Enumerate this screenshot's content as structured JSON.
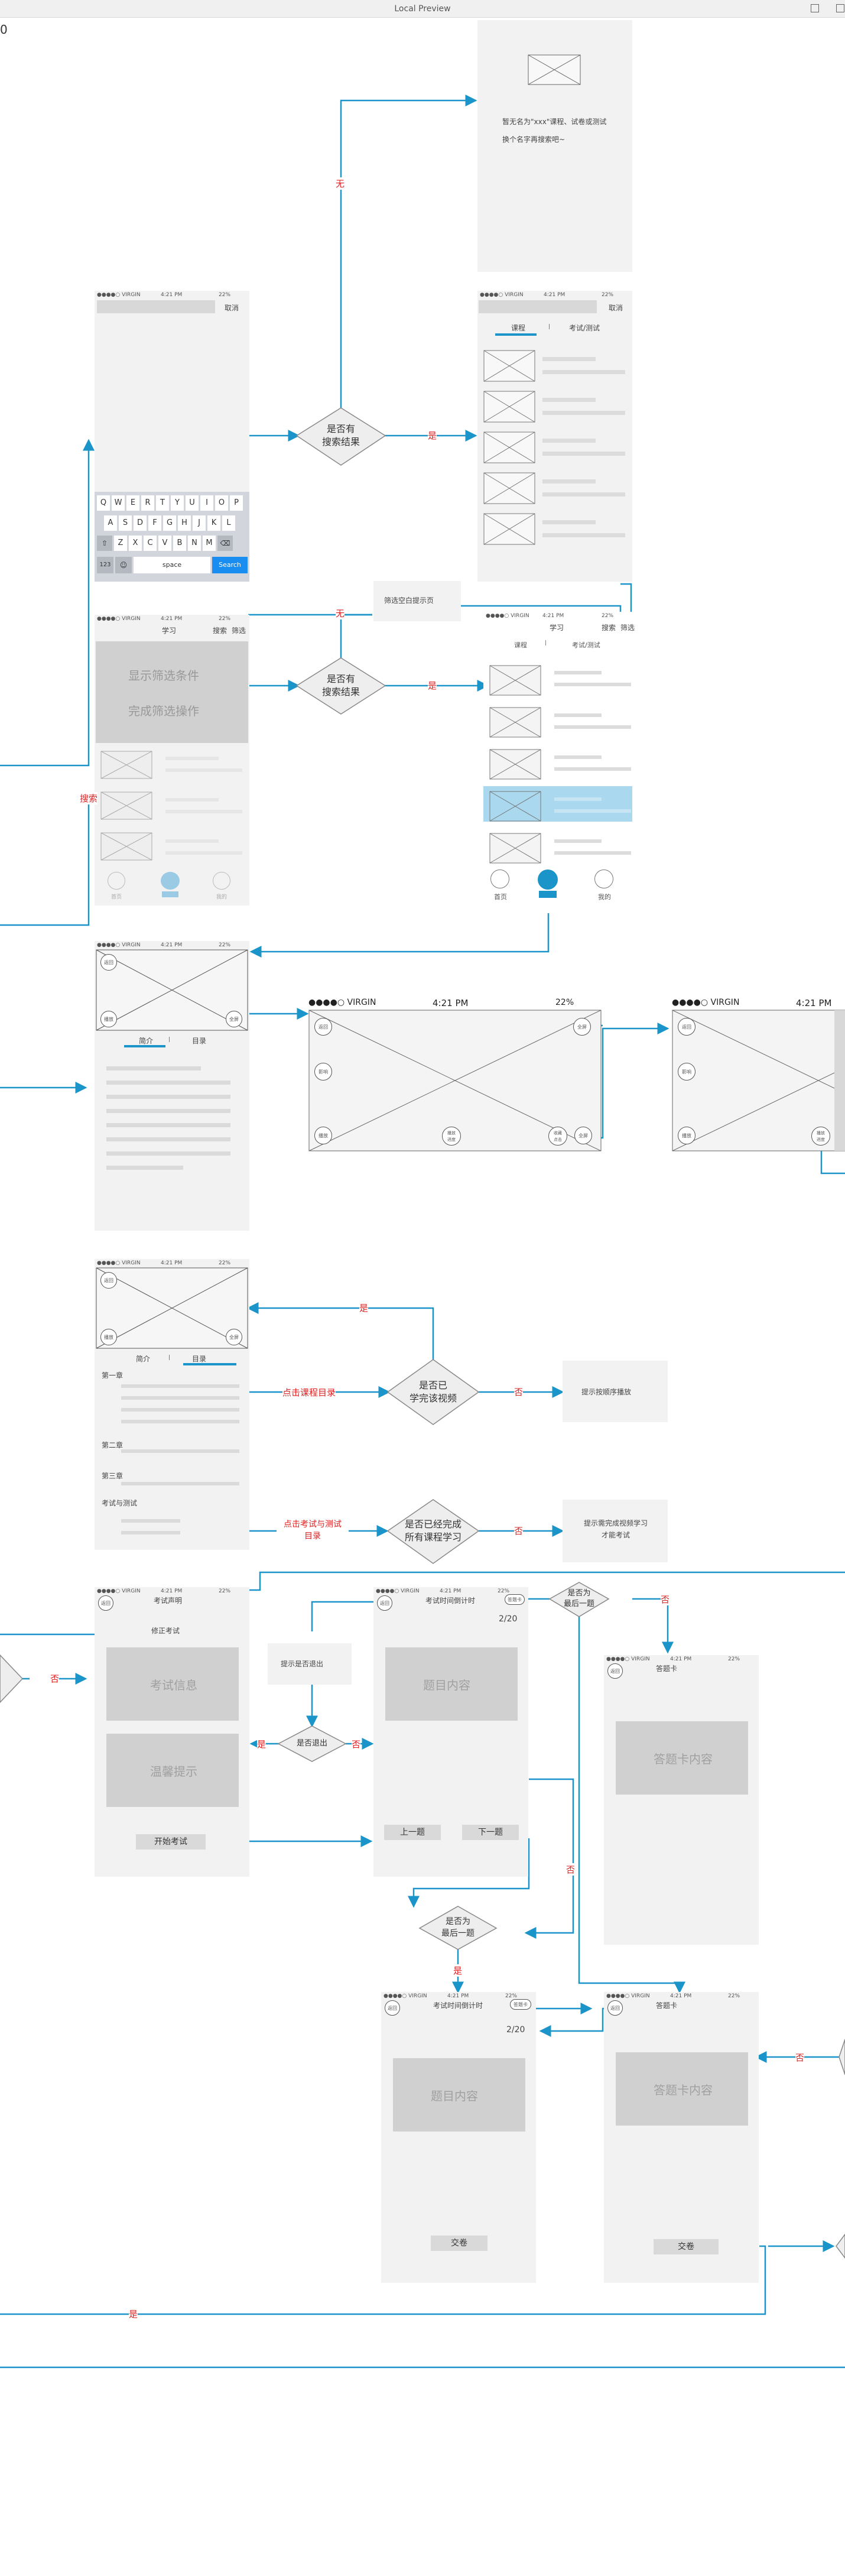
{
  "window": {
    "title": "Local Preview",
    "corner_fragment": "0"
  },
  "status": {
    "carrier": "●●●●○ VIRGIN",
    "time": "4:21 PM",
    "battery": "22%"
  },
  "search_screen": {
    "cancel": "取消"
  },
  "keyboard": {
    "row1": [
      "Q",
      "W",
      "E",
      "R",
      "T",
      "Y",
      "U",
      "I",
      "O",
      "P"
    ],
    "row2": [
      "A",
      "S",
      "D",
      "F",
      "G",
      "H",
      "J",
      "K",
      "L"
    ],
    "row3": [
      "Z",
      "X",
      "C",
      "V",
      "B",
      "N",
      "M"
    ],
    "num_key": "123",
    "space": "space",
    "search": "Search"
  },
  "empty_result": {
    "line1": "暂无名为\"xxx\"课程、试卷或测试",
    "line2": "换个名字再搜索吧~"
  },
  "result_tabs": {
    "course": "课程",
    "exam": "考试/测试"
  },
  "decision": {
    "has_result_1": "是否有\n搜索结果",
    "has_result_2": "是否有\n搜索结果",
    "watched": "是否已\n学完该视频",
    "completed": "是否已经完成\n所有课程学习",
    "exit_confirm": "是否退出",
    "is_last_1": "是否为\n最后一题",
    "is_last_2": "是否为\n最后一题"
  },
  "labels": {
    "yes": "是",
    "no": "否",
    "none": "无",
    "search": "搜索",
    "click_catalog": "点击课程目录",
    "click_exam": "点击考试与测试\n目录"
  },
  "filter_empty": "筛选空白提示页",
  "learn_page": {
    "title": "学习",
    "search": "搜索",
    "filter": "筛选",
    "overlay1": "显示筛选条件",
    "overlay2": "完成筛选操作"
  },
  "tabbar": {
    "home": "首页",
    "mine": "我的"
  },
  "video": {
    "back": "返回",
    "full": "全屏",
    "play": "播放",
    "mark": "影响",
    "progress": "播放\n进度",
    "collect": "收藏\n点击",
    "tab_intro": "简介",
    "tab_catalog": "目录"
  },
  "catalog": {
    "ch1": "第一章",
    "ch2": "第二章",
    "ch3": "第三章",
    "exam": "考试与测试"
  },
  "tips": {
    "play_in_order": "提示按顺序播放",
    "need_finish": "提示需完成视频学习\n才能考试",
    "confirm_exit": "提示是否退出"
  },
  "exam_statement": {
    "title": "考试声明",
    "sub": "修正考试",
    "info": "考试信息",
    "warm": "温馨提示",
    "start": "开始考试",
    "back": "返回"
  },
  "exam_running": {
    "title": "考试时间倒计时",
    "card_btn": "答题卡",
    "progress": "2/20",
    "content": "题目内容",
    "prev": "上一题",
    "next": "下一题",
    "submit": "交卷"
  },
  "answer_card": {
    "title": "答题卡",
    "content": "答题卡内容",
    "submit": "交卷"
  },
  "colors": {
    "flow": "#1a94c9",
    "red": "#e02020",
    "selected": "#a9d8ef"
  }
}
